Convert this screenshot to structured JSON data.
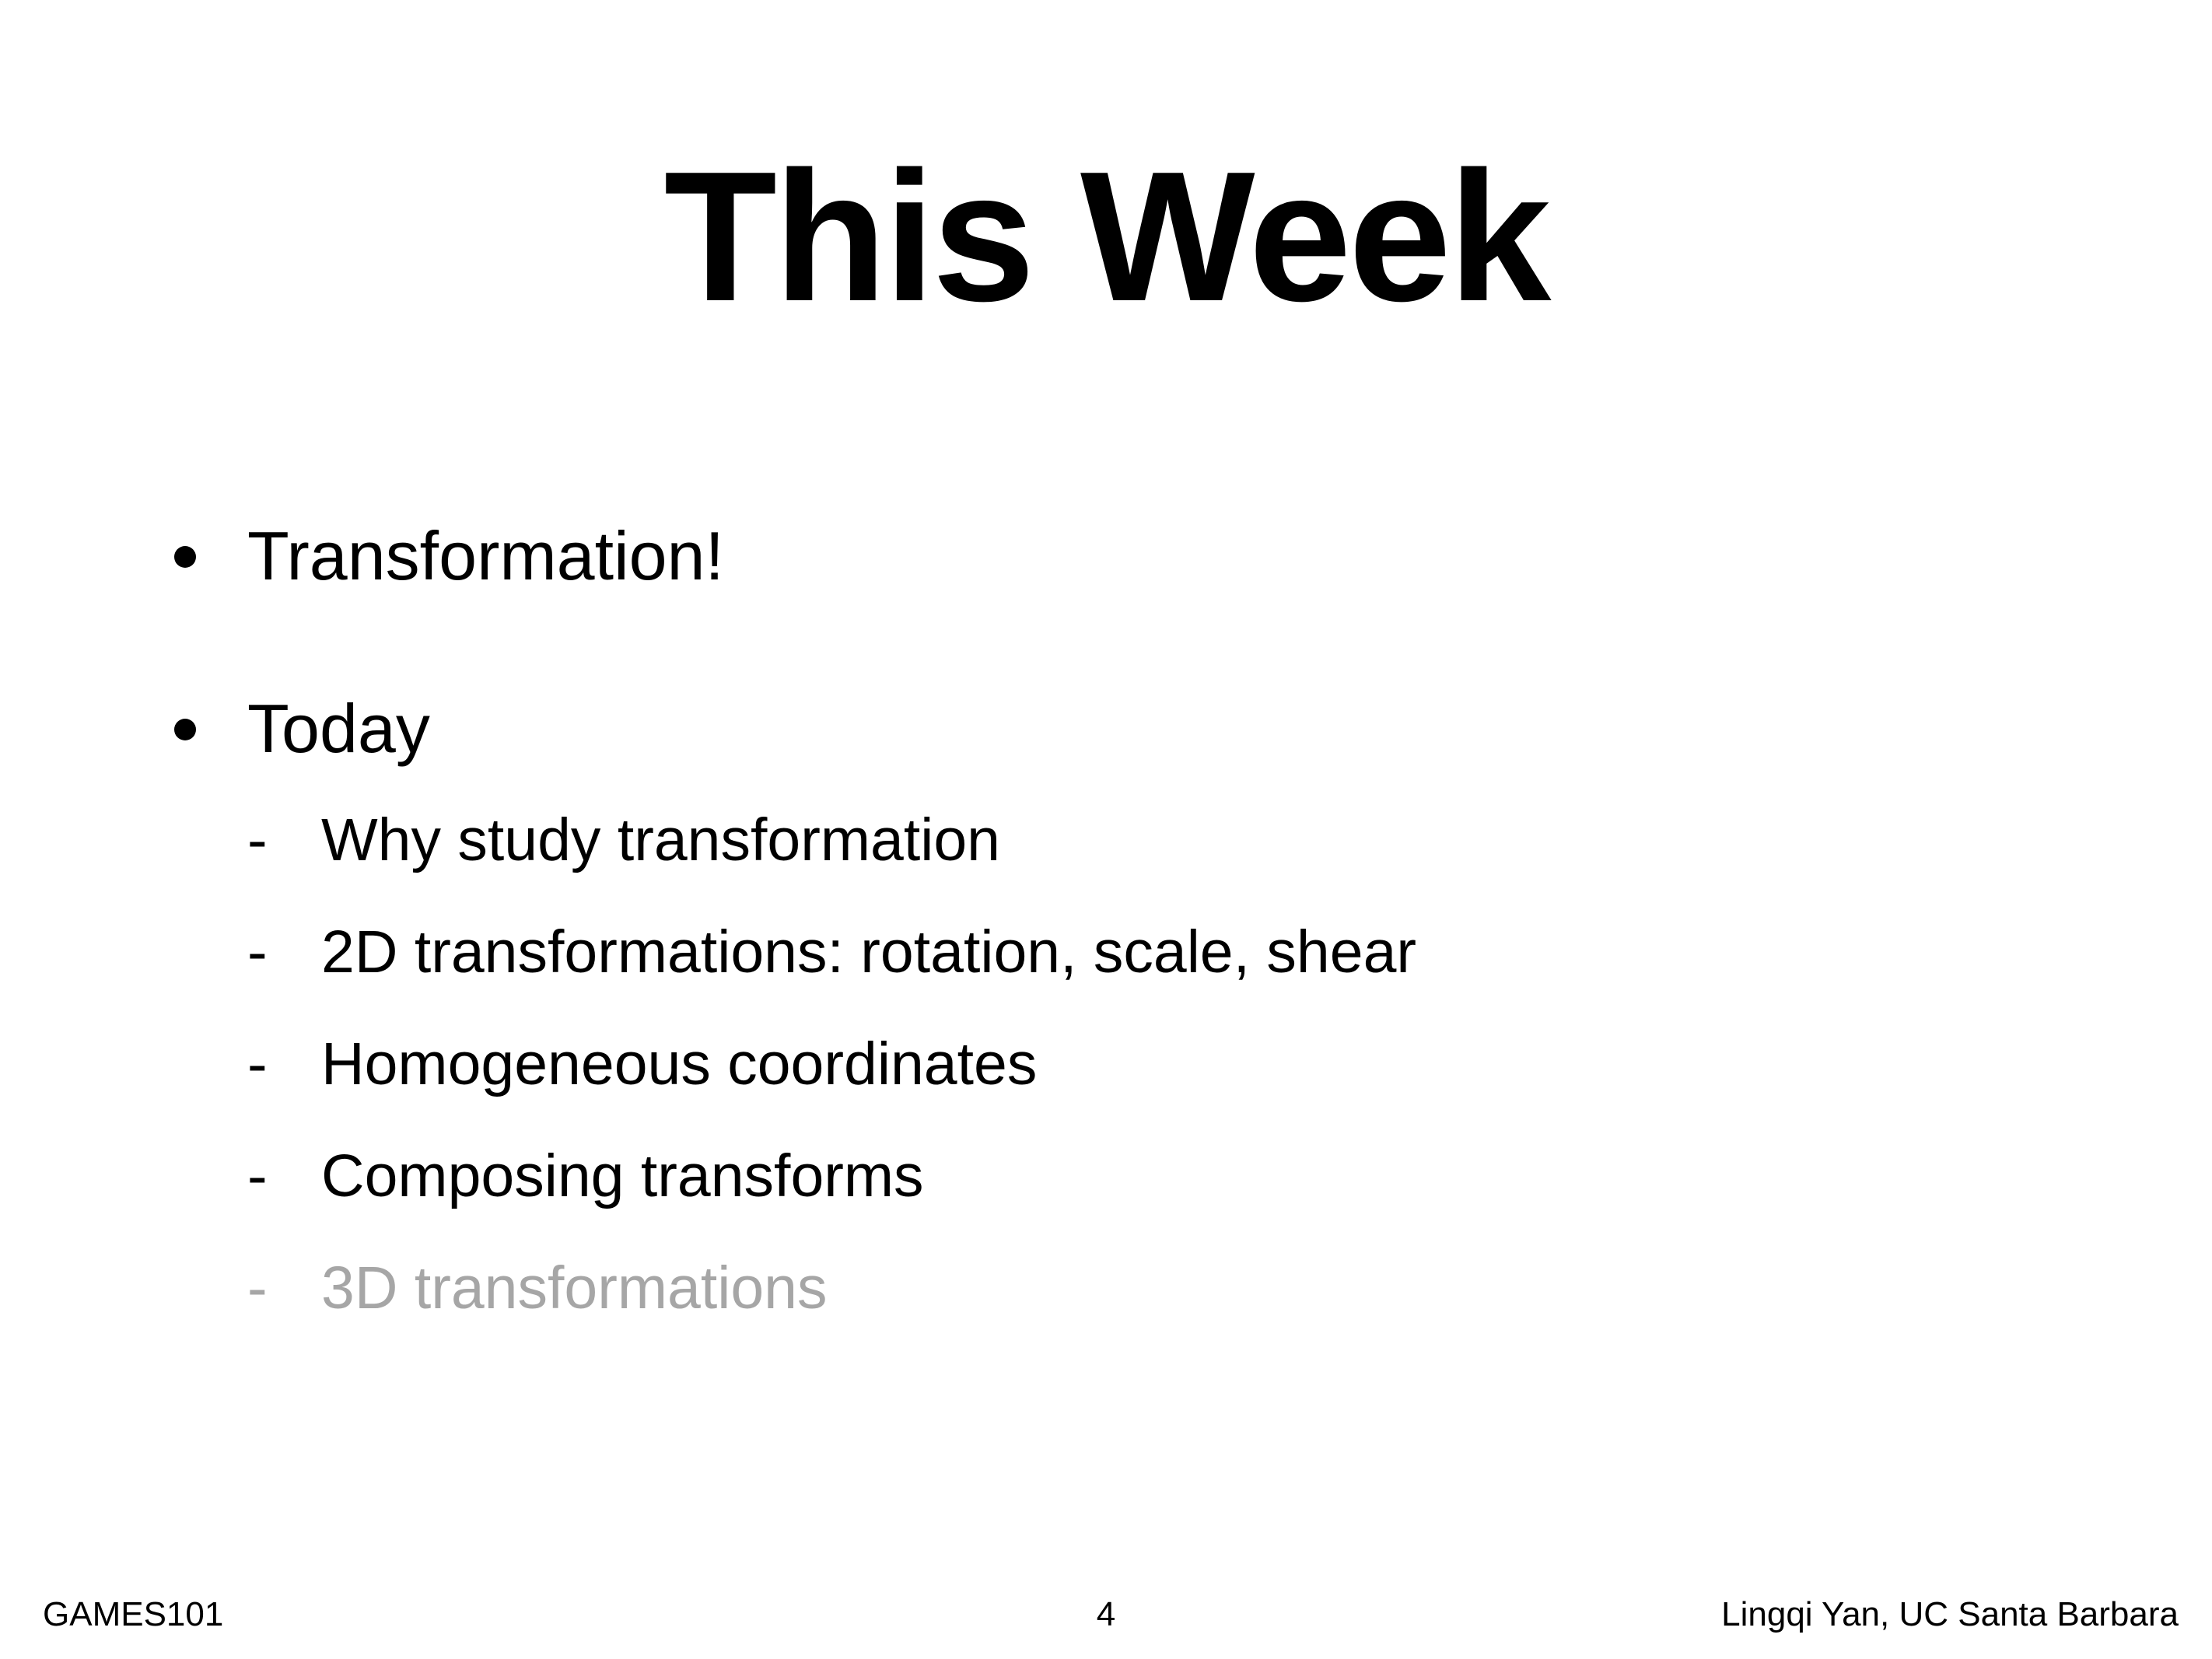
{
  "slide": {
    "title": "This Week",
    "bullets": [
      {
        "text": "Transformation!"
      },
      {
        "text": "Today"
      }
    ],
    "sub_items": [
      {
        "dash": "-",
        "text": "Why study transformation"
      },
      {
        "dash": "-",
        "text": "2D transformations: rotation, scale, shear"
      },
      {
        "dash": "-",
        "text": "Homogeneous coordinates"
      },
      {
        "dash": "-",
        "text": "Composing transforms"
      },
      {
        "dash": "-",
        "text": "3D transformations"
      }
    ]
  },
  "footer": {
    "course": "GAMES101",
    "page_number": "4",
    "author": "Lingqi Yan, UC Santa Barbara"
  },
  "colors": {
    "text": "#000000",
    "dimmed_text": "#a6a6a6",
    "background": "#ffffff"
  }
}
